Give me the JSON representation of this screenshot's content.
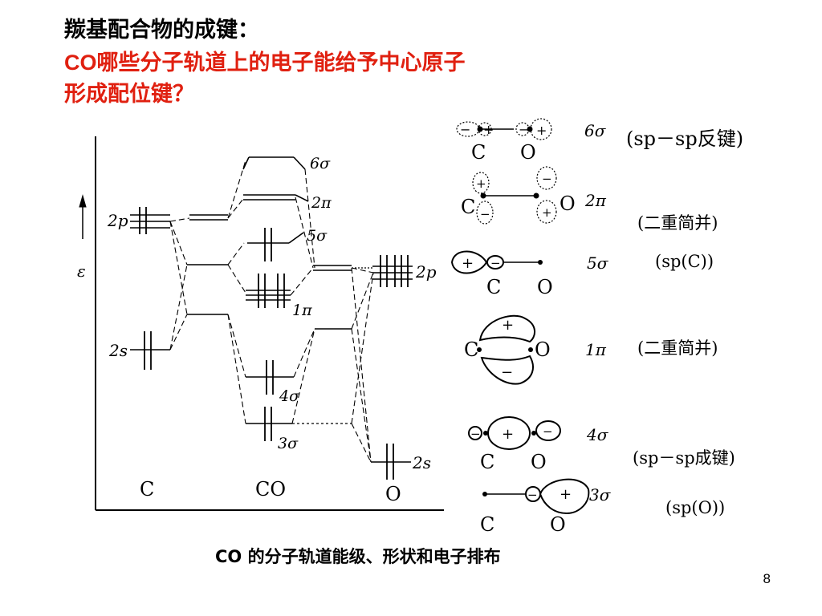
{
  "title": {
    "line1": "羰基配合物的成键：",
    "line2_prefix": "CO",
    "line2_rest": "哪些分子轨道上的电子能给予中心原子",
    "line3": "形成配位键？"
  },
  "colors": {
    "title_black": "#000000",
    "title_red": "#e02010",
    "ink": "#000000"
  },
  "energy_diagram": {
    "axis_symbol": "ε",
    "columns": [
      "C",
      "CO",
      "O"
    ],
    "carbon_levels": [
      "2p",
      "2s"
    ],
    "oxygen_levels": [
      "2p",
      "2s"
    ],
    "co_levels": [
      "6σ",
      "2π",
      "5σ",
      "1π",
      "4σ",
      "3σ"
    ],
    "caption": "CO 的分子轨道能级、形状和电子排布"
  },
  "orbital_shapes": [
    {
      "label": "6σ",
      "atoms": [
        "C",
        "O"
      ],
      "note": "(sp－sp反键)"
    },
    {
      "label": "2π",
      "atoms": [
        "C",
        "O"
      ],
      "note": "(二重简并)"
    },
    {
      "label": "5σ",
      "atoms": [
        "C",
        "O"
      ],
      "note": "(sp(C))"
    },
    {
      "label": "1π",
      "atoms": [
        "C",
        "O"
      ],
      "note": "(二重简并)"
    },
    {
      "label": "4σ",
      "atoms": [
        "C",
        "O"
      ],
      "note": "(sp－sp成键)"
    },
    {
      "label": "3σ",
      "atoms": [
        "C",
        "O"
      ],
      "note": "(sp(O))"
    }
  ],
  "slide_number": "8"
}
